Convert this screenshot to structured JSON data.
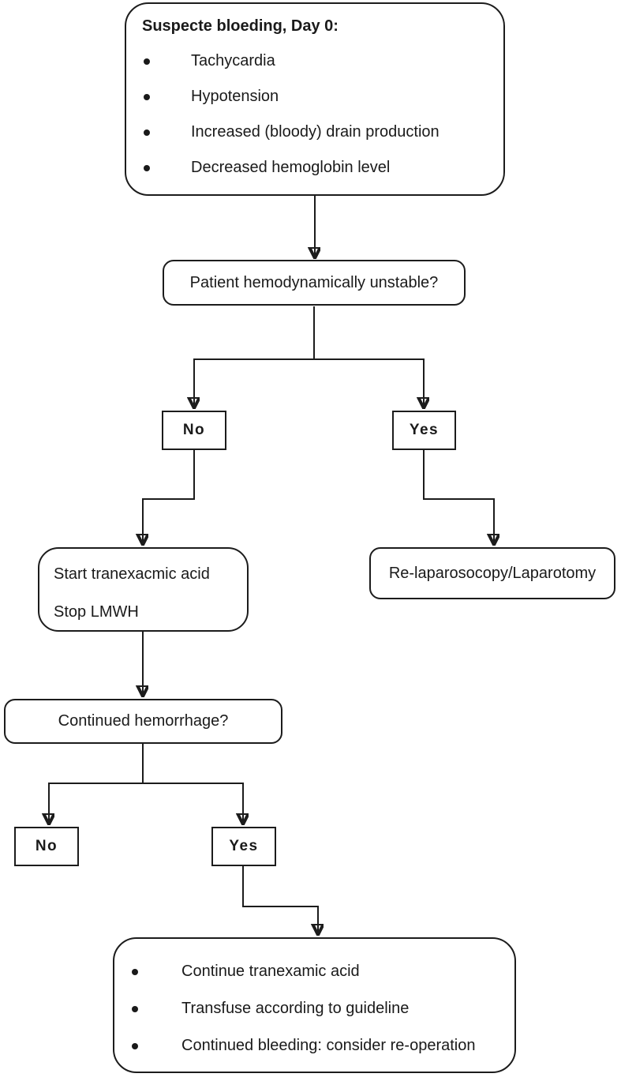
{
  "colors": {
    "line": "#1c1c1c",
    "text": "#1a1a1a",
    "background": "#ffffff"
  },
  "icons": {
    "bullet": "filled-circle",
    "arrowhead": "solid-triangle-down"
  },
  "nodes": {
    "suspected_bleeding": {
      "title": "Suspecte bloeding, Day 0:",
      "bullets": [
        "Tachycardia",
        "Hypotension",
        "Increased (bloody) drain production",
        "Decreased hemoglobin level"
      ]
    },
    "unstable_question": {
      "label": "Patient hemodynamically unstable?"
    },
    "unstable_no": {
      "label": "No"
    },
    "unstable_yes": {
      "label": "Yes"
    },
    "start_treatment": {
      "lines": [
        "Start tranexacmic acid",
        "Stop LMWH"
      ]
    },
    "relaparoscopy": {
      "label": "Re-laparosocopy/Laparotomy"
    },
    "hemorrhage_question": {
      "label": "Continued hemorrhage?"
    },
    "hemorrhage_no": {
      "label": "No"
    },
    "hemorrhage_yes": {
      "label": "Yes"
    },
    "continued_treatment": {
      "bullets": [
        "Continue tranexamic acid",
        "Transfuse according to guideline",
        "Continued bleeding: consider re-operation"
      ]
    }
  }
}
